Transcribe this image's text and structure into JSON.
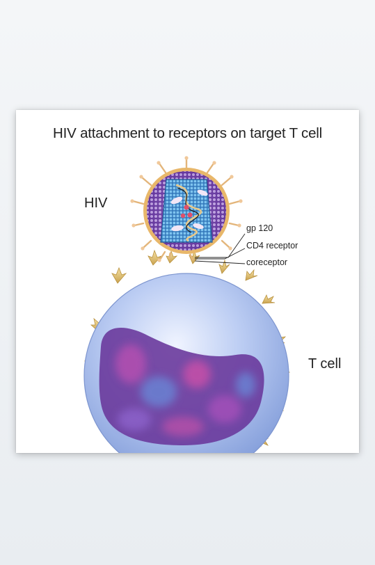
{
  "title": "HIV attachment to receptors on target T cell",
  "labels": {
    "hiv": "HIV",
    "t_cell": "T cell",
    "gp120": "gp 120",
    "cd4_receptor": "CD4 receptor",
    "coreceptor": "coreceptor"
  },
  "colors": {
    "page_background": "#eef1f4",
    "card_background": "#ffffff",
    "virus_envelope": "#e8b76a",
    "virus_capsid": "#6b3fa0",
    "virus_core": "#3a8fd0",
    "cell_body": "#a9bfef",
    "nucleus": "#8a3fa8",
    "receptor": "#e8d08a"
  }
}
